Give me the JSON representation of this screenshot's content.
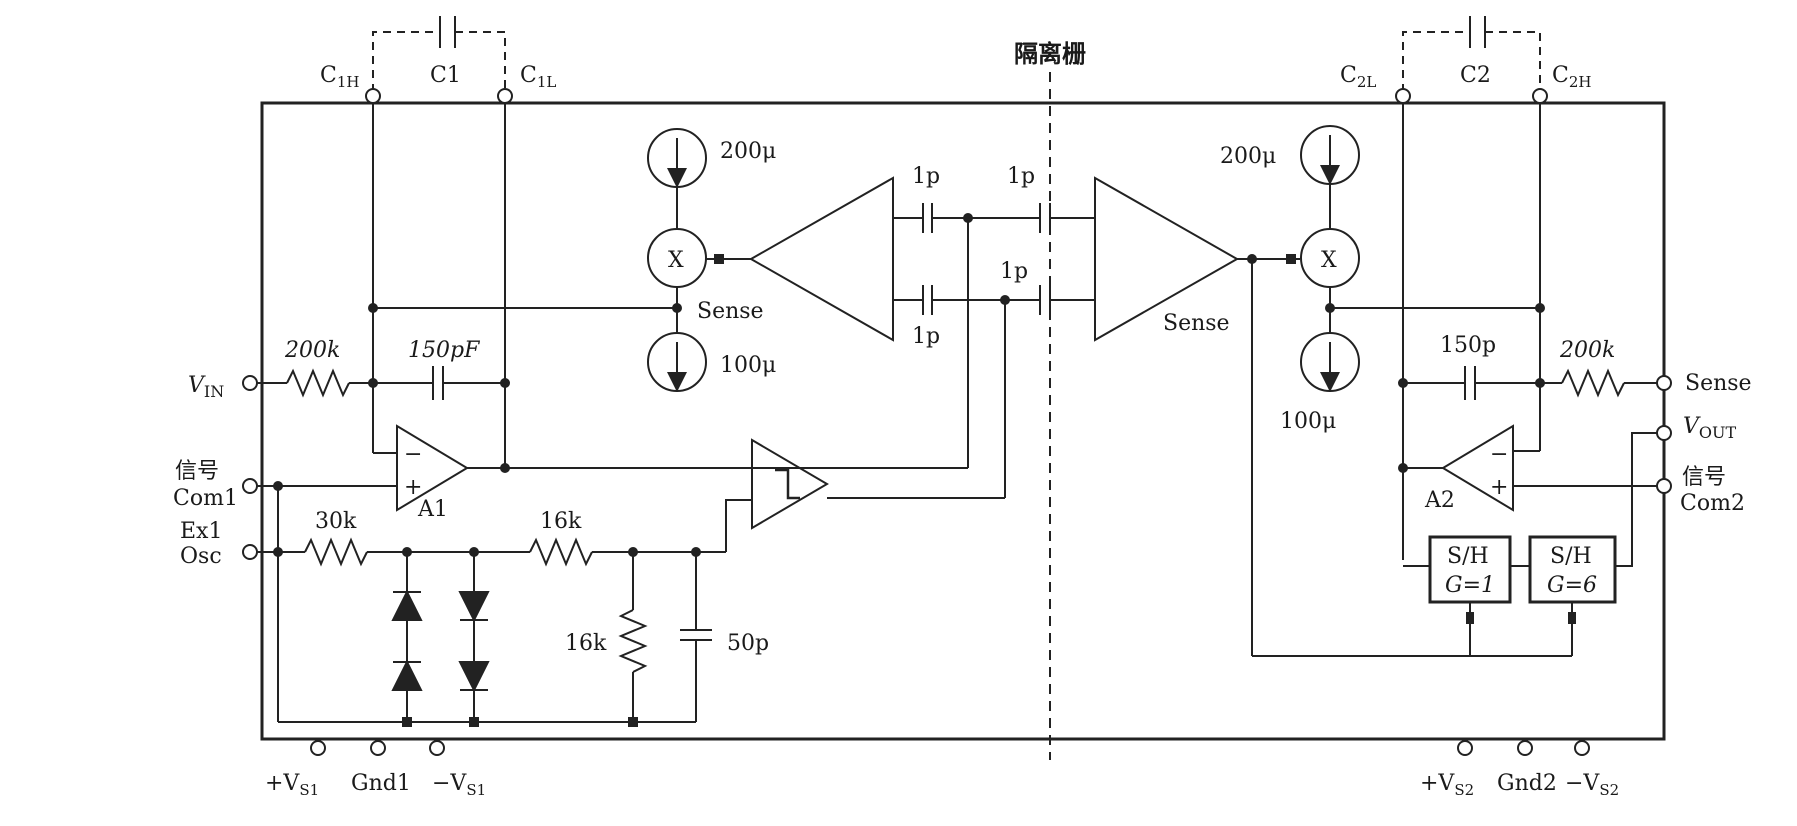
{
  "diagram": {
    "barrier_label": "隔离栅",
    "pins_top_left": {
      "c1h": "C",
      "c1h_sub": "1H",
      "c1": "C1",
      "c1l": "C",
      "c1l_sub": "1L"
    },
    "pins_top_right": {
      "c2l": "C",
      "c2l_sub": "2L",
      "c2": "C2",
      "c2h": "C",
      "c2h_sub": "2H"
    },
    "left_pins": {
      "vin": "V",
      "vin_sub": "IN",
      "sig_com1_a": "信号",
      "sig_com1_b": "Com1",
      "ext_osc_a": "Ex1",
      "ext_osc_b": "Osc"
    },
    "right_pins": {
      "sense": "Sense",
      "vout": "V",
      "vout_sub": "OUT",
      "sig_com2_a": "信号",
      "sig_com2_b": "Com2"
    },
    "bottom_left_pins": {
      "vs1p": "+V",
      "vs1p_sub": "S1",
      "gnd1": "Gnd1",
      "vs1m": "−V",
      "vs1m_sub": "S1"
    },
    "bottom_right_pins": {
      "vs2p": "+V",
      "vs2p_sub": "S2",
      "gnd2": "Gnd2",
      "vs2m": "−V",
      "vs2m_sub": "S2"
    },
    "components": {
      "r_in": "200k",
      "c_in": "150pF",
      "r_30k": "30k",
      "r_16k_h": "16k",
      "r_16k_v": "16k",
      "c_50p": "50p",
      "amp_a1": "A1",
      "amp_a2": "A2",
      "src_200u_l": "200μ",
      "src_100u_l": "100μ",
      "src_200u_r": "200μ",
      "src_100u_r": "100μ",
      "mult_symbol": "X",
      "sense_left": "Sense",
      "sense_right": "Sense",
      "cap_1p_a": "1p",
      "cap_1p_b": "1p",
      "cap_1p_c": "1p",
      "cap_1p_d": "1p",
      "c_150p_r": "150p",
      "r_200k_r": "200k",
      "sh1_a": "S/H",
      "sh1_b": "G=1",
      "sh2_a": "S/H",
      "sh2_b": "G=6"
    }
  }
}
